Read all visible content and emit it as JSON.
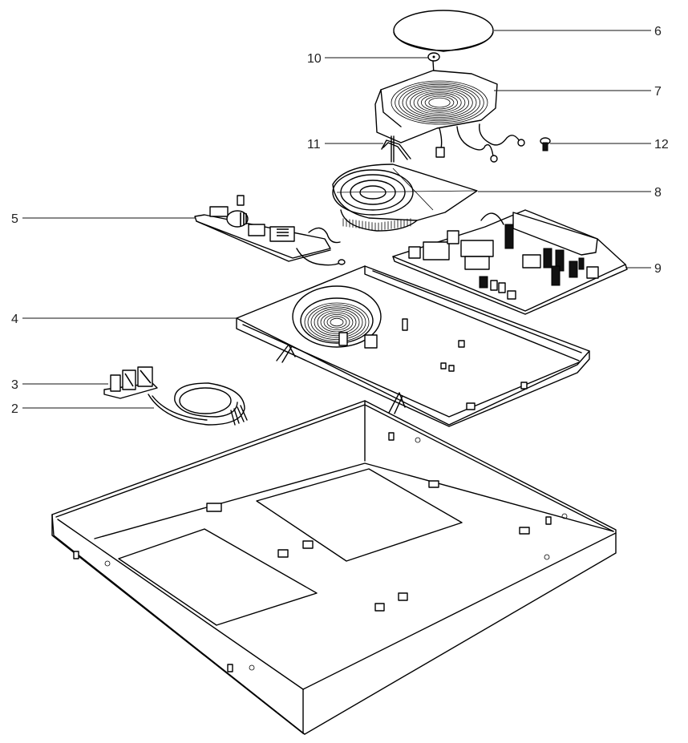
{
  "title": "Induction hob exploded parts view",
  "callouts": [
    {
      "id": "6",
      "label": "6",
      "part": "ceramic-glass-plate"
    },
    {
      "id": "10",
      "label": "10",
      "part": "temperature-sensor"
    },
    {
      "id": "7",
      "label": "7",
      "part": "induction-coil"
    },
    {
      "id": "11",
      "label": "11",
      "part": "coil-support-clip"
    },
    {
      "id": "12",
      "label": "12",
      "part": "screw"
    },
    {
      "id": "8",
      "label": "8",
      "part": "cooling-fan-assembly"
    },
    {
      "id": "5",
      "label": "5",
      "part": "filter-circuit-board"
    },
    {
      "id": "9",
      "label": "9",
      "part": "power-circuit-board"
    },
    {
      "id": "4",
      "label": "4",
      "part": "internal-tray"
    },
    {
      "id": "3",
      "label": "3",
      "part": "terminal-block"
    },
    {
      "id": "2",
      "label": "2",
      "part": "power-cable"
    }
  ],
  "colors": {
    "line": "#000000",
    "background": "#ffffff",
    "label": "#222222"
  }
}
